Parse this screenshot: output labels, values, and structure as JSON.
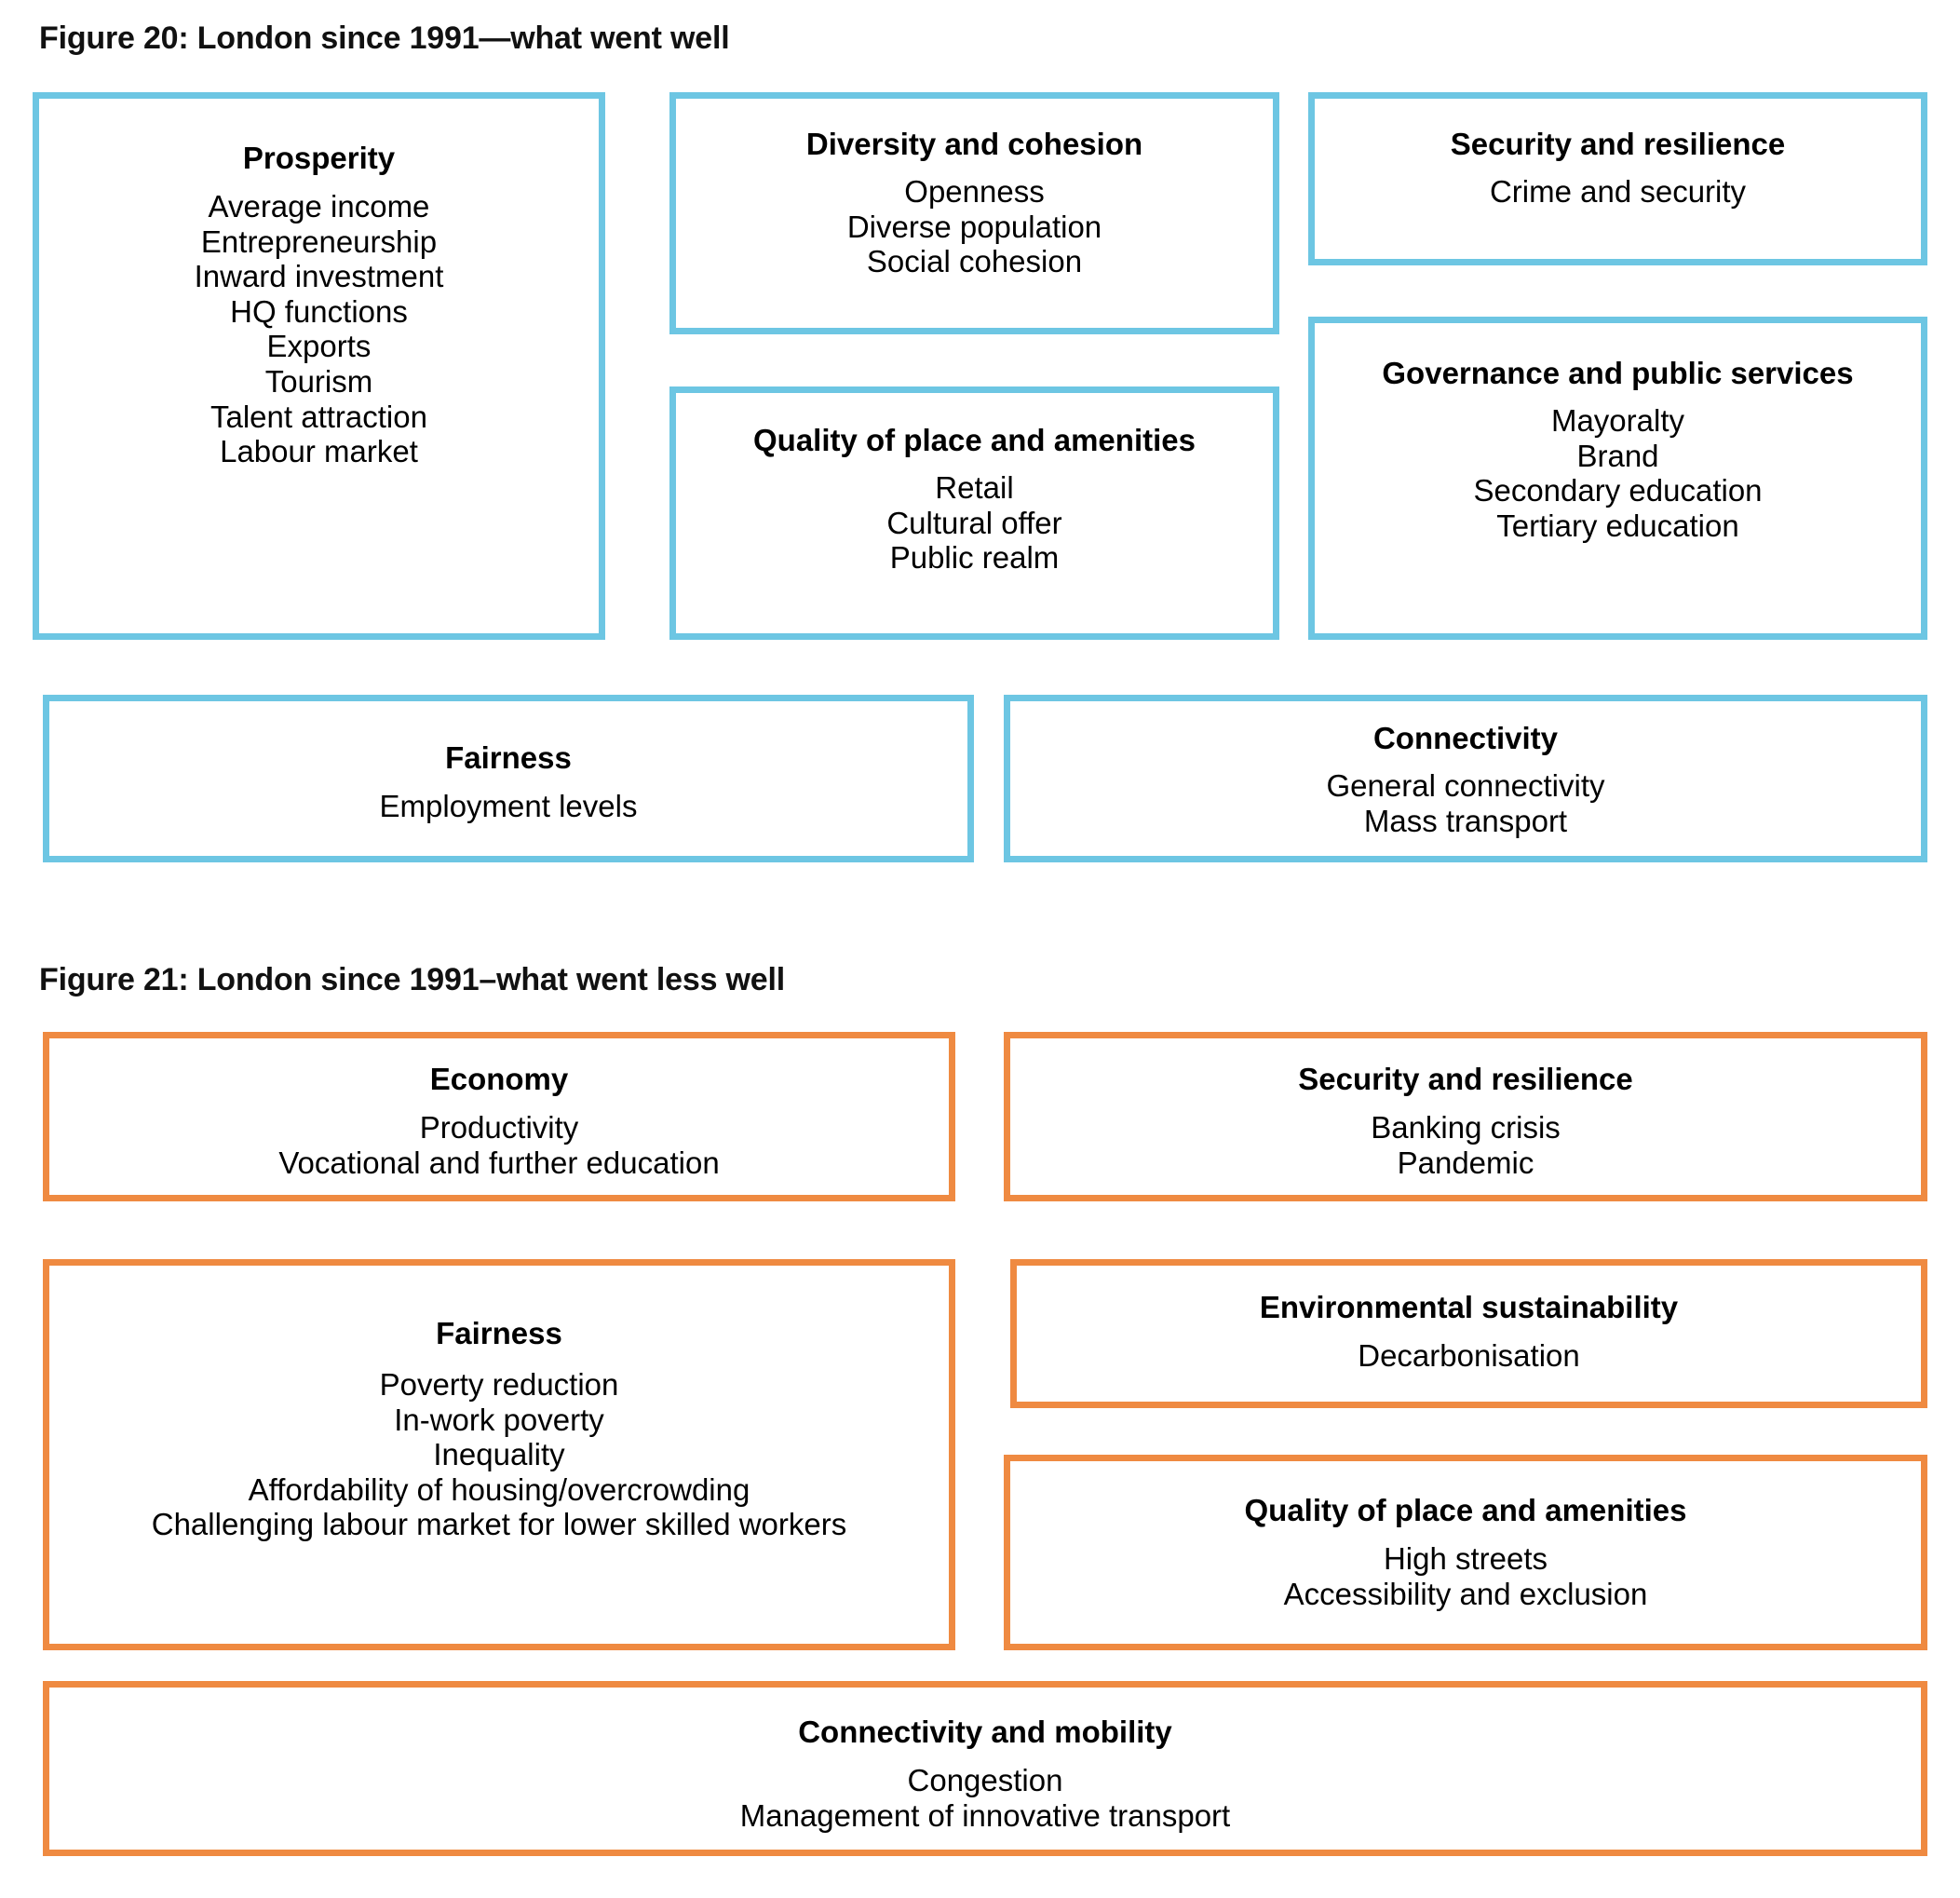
{
  "colors": {
    "positive_border": "#6DC6E3",
    "negative_border": "#EF8A41",
    "text": "#000000",
    "background": "#FFFFFF"
  },
  "figures": [
    {
      "id": "figure-20",
      "title": "Figure 20: London since 1991—what went well",
      "accent": "#6DC6E3",
      "boxes": [
        {
          "name": "prosperity",
          "title": "Prosperity",
          "items": [
            "Average income",
            "Entrepreneurship",
            "Inward investment",
            "HQ functions",
            "Exports",
            "Tourism",
            "Talent attraction",
            "Labour market"
          ]
        },
        {
          "name": "diversity-and-cohesion",
          "title": "Diversity and cohesion",
          "items": [
            "Openness",
            "Diverse population",
            "Social cohesion"
          ]
        },
        {
          "name": "security-and-resilience",
          "title": "Security and resilience",
          "items": [
            "Crime and security"
          ]
        },
        {
          "name": "quality-of-place-and-amenities",
          "title": "Quality of place and amenities",
          "items": [
            "Retail",
            "Cultural offer",
            "Public realm"
          ]
        },
        {
          "name": "governance-and-public-services",
          "title": "Governance and public services",
          "items": [
            "Mayoralty",
            "Brand",
            "Secondary education",
            "Tertiary education"
          ]
        },
        {
          "name": "fairness",
          "title": "Fairness",
          "items": [
            "Employment levels"
          ]
        },
        {
          "name": "connectivity",
          "title": "Connectivity",
          "items": [
            "General connectivity",
            "Mass transport"
          ]
        }
      ]
    },
    {
      "id": "figure-21",
      "title": "Figure 21: London since 1991–what went less well",
      "accent": "#EF8A41",
      "boxes": [
        {
          "name": "economy",
          "title": "Economy",
          "items": [
            "Productivity",
            "Vocational and further education"
          ]
        },
        {
          "name": "security-and-resilience",
          "title": "Security and resilience",
          "items": [
            "Banking crisis",
            "Pandemic"
          ]
        },
        {
          "name": "fairness",
          "title": "Fairness",
          "items": [
            "Poverty reduction",
            "In-work poverty",
            "Inequality",
            "Affordability of housing/overcrowding",
            "Challenging labour market for lower skilled workers"
          ]
        },
        {
          "name": "environmental-sustainability",
          "title": "Environmental sustainability",
          "items": [
            "Decarbonisation"
          ]
        },
        {
          "name": "quality-of-place-and-amenities",
          "title": "Quality of place and amenities",
          "items": [
            "High streets",
            "Accessibility and exclusion"
          ]
        },
        {
          "name": "connectivity-and-mobility",
          "title": "Connectivity and mobility",
          "items": [
            "Congestion",
            "Management of innovative transport"
          ]
        }
      ]
    }
  ]
}
